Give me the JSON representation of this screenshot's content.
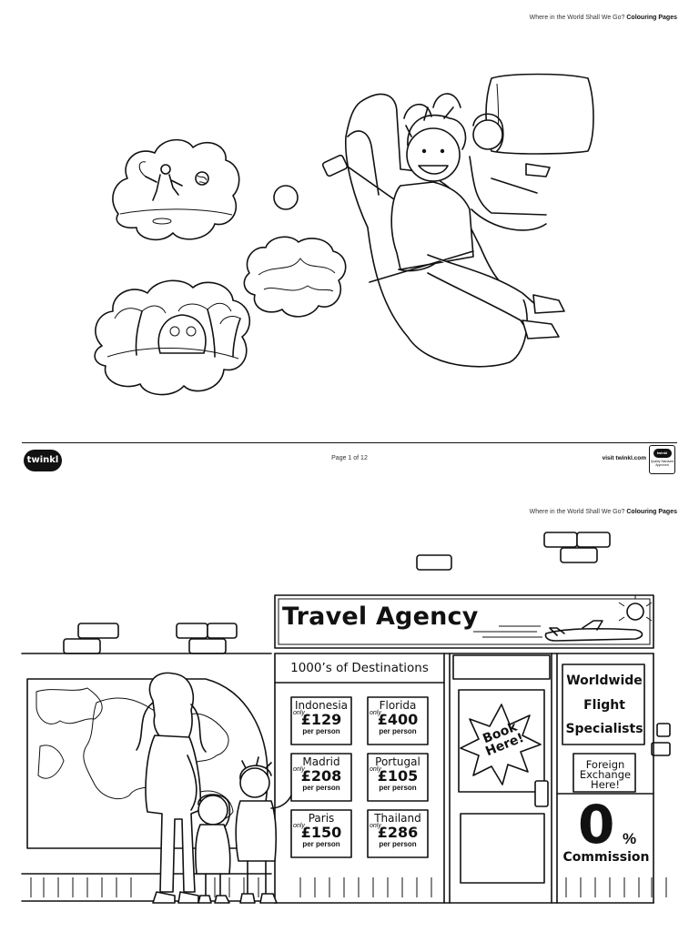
{
  "document": {
    "running_head_prefix": "Where in the World Shall We Go?",
    "running_head_suffix": "Colouring Pages",
    "logo_text": "twinkl",
    "visit_text": "visit twinkl.com",
    "badge_top": "twinkl",
    "badge_text": "Quality Standard Approved"
  },
  "page1": {
    "page_label": "Page 1 of 12"
  },
  "page2": {
    "sign_title": "Travel Agency",
    "destinations_heading": "1000’s of Destinations",
    "deals": [
      {
        "city": "Indonesia",
        "only": "only",
        "price": "£129",
        "per": "per person"
      },
      {
        "city": "Florida",
        "only": "only",
        "price": "£400",
        "per": "per person"
      },
      {
        "city": "Madrid",
        "only": "only",
        "price": "£208",
        "per": "per person"
      },
      {
        "city": "Portugal",
        "only": "only",
        "price": "£105",
        "per": "per person"
      },
      {
        "city": "Paris",
        "only": "only",
        "price": "£150",
        "per": "per person"
      },
      {
        "city": "Thailand",
        "only": "only",
        "price": "£286",
        "per": "per person"
      }
    ],
    "book_here": "Book Here!",
    "worldwide_lines": [
      "Worldwide",
      "Flight",
      "Specialists"
    ],
    "foreign_exchange_lines": [
      "Foreign",
      "Exchange",
      "Here!"
    ],
    "zero_value": "0",
    "percent_sign": "%",
    "commission": "Commission"
  }
}
